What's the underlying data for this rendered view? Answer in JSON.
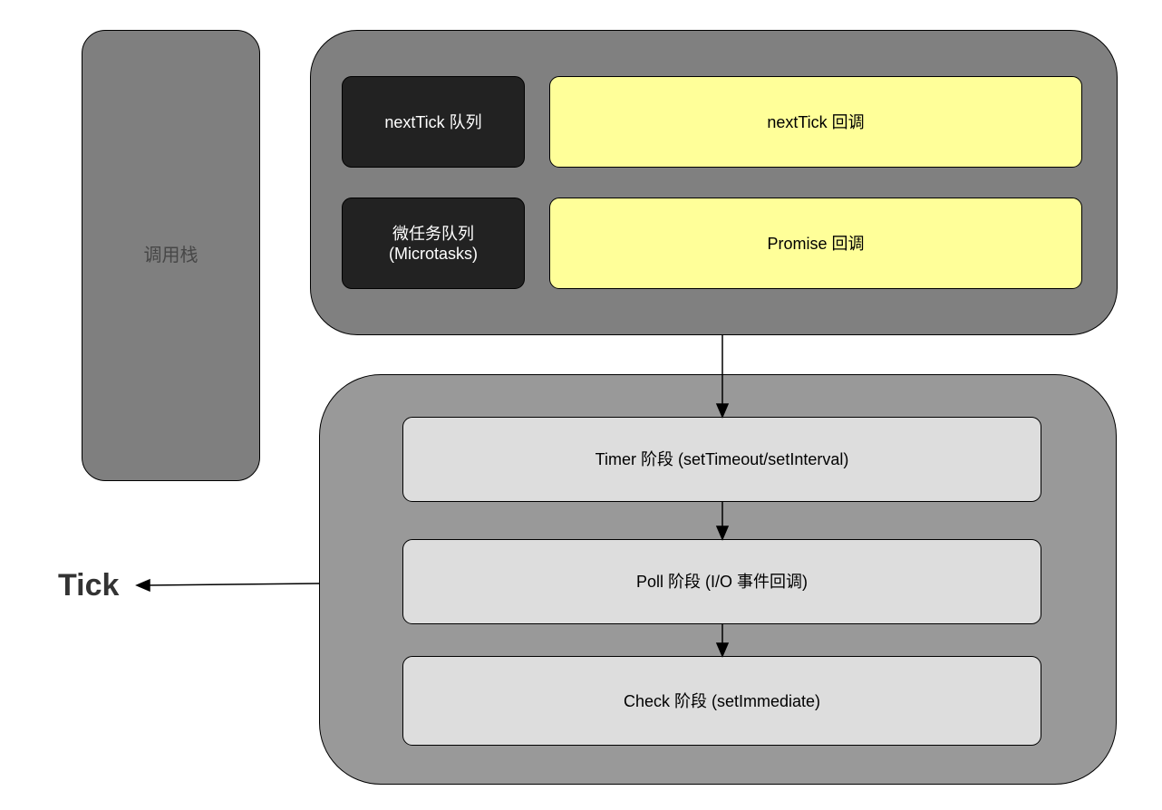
{
  "call_stack": {
    "label": "调用栈"
  },
  "microtasks": {
    "rows": [
      {
        "queue_label_lines": [
          "nextTick 队列"
        ],
        "callback_label": "nextTick 回调"
      },
      {
        "queue_label_lines": [
          "微任务队列",
          "(Microtasks)"
        ],
        "callback_label": "Promise 回调"
      }
    ]
  },
  "event_loop": {
    "phases": [
      {
        "label": "Timer 阶段 (setTimeout/setInterval)"
      },
      {
        "label": "Poll 阶段 (I/O 事件回调)"
      },
      {
        "label": "Check 阶段 (setImmediate)"
      }
    ]
  },
  "tick": {
    "label": "Tick"
  },
  "colors": {
    "call_stack_fill": "#7f7f7f",
    "microtask_container_fill": "#808080",
    "event_loop_container_fill": "#999999",
    "queue_box_fill": "#222222",
    "callback_box_fill": "#ffff99",
    "phase_box_fill": "#dddddd"
  }
}
